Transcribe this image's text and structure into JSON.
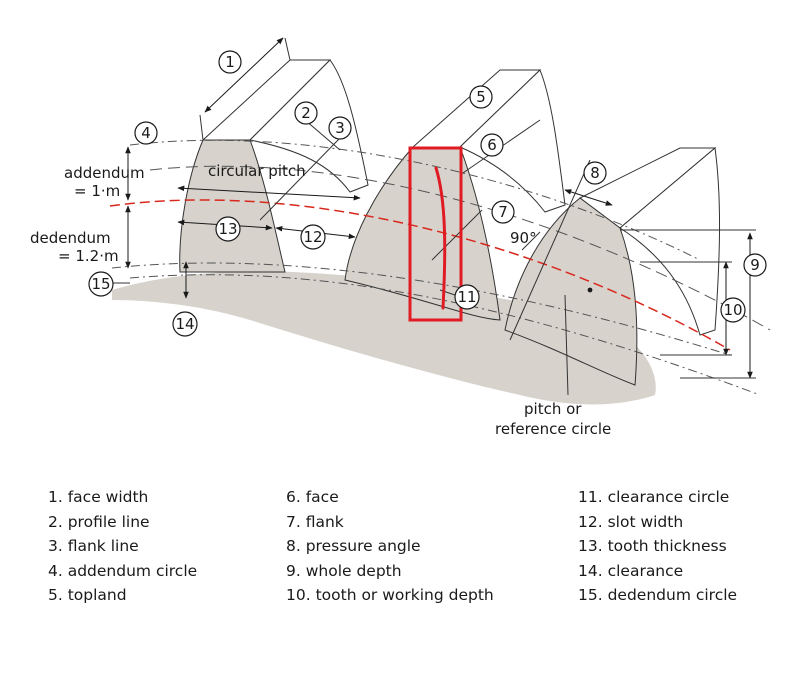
{
  "labels": {
    "addendum_1": "addendum",
    "addendum_2": "= 1·m",
    "dedendum_1": "dedendum",
    "dedendum_2": "= 1.2·m",
    "circular_pitch": "circular pitch",
    "angle": "90°",
    "pitch_1": "pitch or",
    "pitch_2": "reference circle"
  },
  "markers": [
    "1",
    "2",
    "3",
    "4",
    "5",
    "6",
    "7",
    "8",
    "9",
    "10",
    "11",
    "12",
    "13",
    "14",
    "15"
  ],
  "legend": {
    "col1": [
      "1. face width",
      "2. profile line",
      "3. flank line",
      "4. addendum circle",
      "5. topland"
    ],
    "col2": [
      "6. face",
      "7. flank",
      "8. pressure angle",
      "9. whole depth",
      "10. tooth or working depth"
    ],
    "col3": [
      "11. clearance circle",
      "12. slot width",
      "13. tooth thickness",
      "14. clearance",
      "15. dedendum circle"
    ]
  },
  "colors": {
    "tooth_fill": "#d7d2cb",
    "face_fill": "#ffffff",
    "pitch_line": "#d8281e",
    "highlight": "#e01b24"
  }
}
